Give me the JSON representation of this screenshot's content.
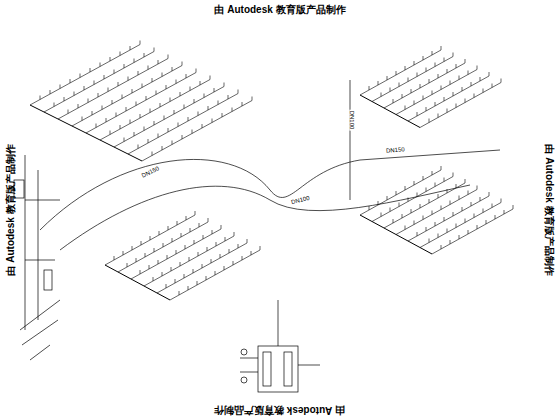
{
  "diagram": {
    "labels": [
      "由 Autodesk 教育版产品制作",
      "由 Autodesk 教育版产品制作",
      "由 Autodesk 教育版产品制作",
      "由 Autodesk 教育版产品制作",
      "DN150",
      "DN150",
      "DN100",
      "DN100"
    ]
  }
}
